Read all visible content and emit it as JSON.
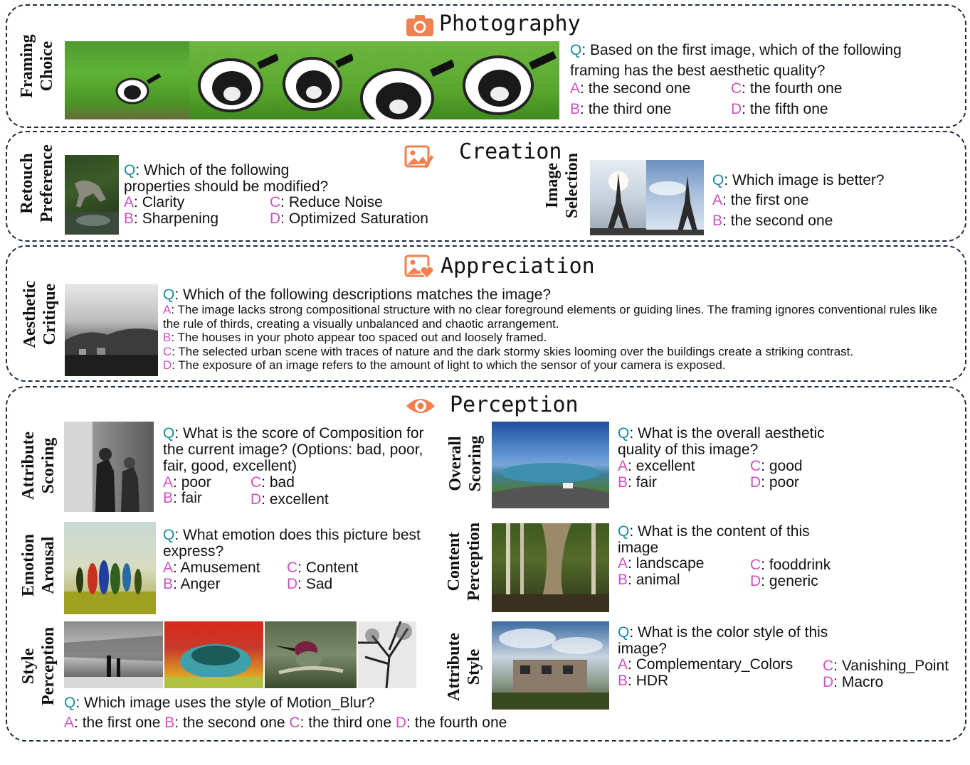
{
  "sections": {
    "photography": {
      "title": "Photography",
      "icon": "camera-icon"
    },
    "creation": {
      "title": "Creation",
      "icon": "image-edit-icon"
    },
    "appreciation": {
      "title": "Appreciation",
      "icon": "image-heart-icon"
    },
    "perception": {
      "title": "Perception",
      "icon": "eye-icon"
    }
  },
  "colors": {
    "question_letter": "#1a8aa0",
    "option_letter": "#d24fc3",
    "icon_accent": "#f08050",
    "border": "#1f2a44"
  },
  "tasks": {
    "framing_choice": {
      "label": [
        "Framing",
        "Choice"
      ],
      "q": "Based on the first image, which of the following framing has the best aesthetic quality?",
      "options": {
        "A": "the second one",
        "B": "the third one",
        "C": "the fourth one",
        "D": "the fifth one"
      }
    },
    "retouch_preference": {
      "label": [
        "Retouch",
        "Preference"
      ],
      "q": "Which of the following properties should be modified?",
      "options": {
        "A": "Clarity",
        "B": "Sharpening",
        "C": "Reduce Noise",
        "D": "Optimized Saturation"
      }
    },
    "image_selection": {
      "label": [
        "Image",
        "Selection"
      ],
      "q": "Which image is better?",
      "options": {
        "A": "the first one",
        "B": "the second one"
      }
    },
    "aesthetic_critique": {
      "label": [
        "Aesthetic",
        "Critique"
      ],
      "q": "Which of the following descriptions matches the image?",
      "options": {
        "A": "The image lacks strong compositional structure with no clear foreground elements or guiding lines. The framing ignores conventional rules like the rule of thirds, creating a visually unbalanced and chaotic arrangement.",
        "B": "The houses in your photo appear too spaced out and loosely framed.",
        "C": "The selected urban scene with traces of nature and the dark stormy skies looming over the buildings create a striking contrast.",
        "D": "The exposure of an image refers to the amount of light to which the sensor of your camera is exposed."
      }
    },
    "attribute_scoring": {
      "label": [
        "Attribute",
        "Scoring"
      ],
      "q": "What is the score of Composition for the current image? (Options: bad, poor, fair, good, excellent)",
      "options": {
        "A": "poor",
        "B": "fair",
        "C": "bad",
        "D": "excellent"
      }
    },
    "overall_scoring": {
      "label": [
        "Overall",
        "Scoring"
      ],
      "q": "What is the overall aesthetic quality of this image?",
      "options": {
        "A": "excellent",
        "B": "fair",
        "C": "good",
        "D": "poor"
      }
    },
    "emotion_arousal": {
      "label": [
        "Emotion",
        "Arousal"
      ],
      "q": "What emotion does this picture best express?",
      "options": {
        "A": "Amusement",
        "B": "Anger",
        "C": "Content",
        "D": "Sad"
      }
    },
    "content_perception": {
      "label": [
        "Content",
        "Perception"
      ],
      "q": "What is the content of this image",
      "options": {
        "A": "landscape",
        "B": "animal",
        "C": "fooddrink",
        "D": "generic"
      }
    },
    "style_perception": {
      "label": [
        "Style",
        "Perception"
      ],
      "q": "Which image uses the style of Motion_Blur?",
      "options": {
        "A": "the first one",
        "B": "the second one",
        "C": "the third one",
        "D": "the fourth one"
      }
    },
    "attribute_style": {
      "label": [
        "Attribute",
        "Style"
      ],
      "q": "What is the color style of this image?",
      "options": {
        "A": "Complementary_Colors",
        "B": "HDR",
        "C": "Vanishing_Point",
        "D": "Macro"
      }
    }
  }
}
